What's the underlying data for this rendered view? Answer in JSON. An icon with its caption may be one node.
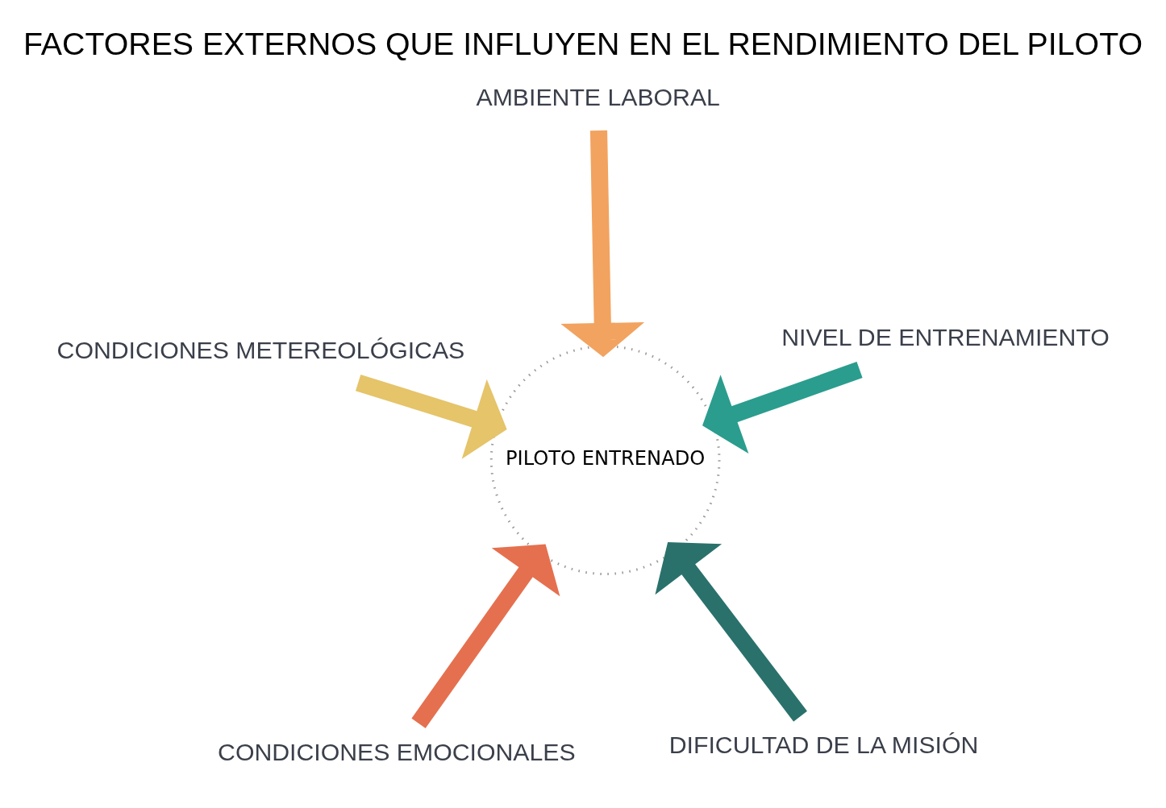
{
  "diagram": {
    "title": "FACTORES EXTERNOS QUE INFLUYEN EN EL RENDIMIENTO DEL PILOTO",
    "nodes": [
      {
        "text": [
          "CONDICIONES EMOCIONALES"
        ]
      },
      {
        "text": [
          "DIFICULTAD DE LA MISIÓN"
        ]
      },
      {
        "text": [
          "PILOTO ENTRENADO"
        ]
      },
      {
        "text": [
          "AMBIENTE LABORAL"
        ]
      },
      {
        "text": [
          "NIVEL DE ENTRENAMIENTO"
        ]
      },
      {
        "text": [
          "CONDICIONES METEREOLÓGICAS"
        ]
      }
    ],
    "edges": [
      {
        "from": 0,
        "to": 2,
        "arrow": "to",
        "color": "#e5704f"
      },
      {
        "from": 1,
        "to": 2,
        "arrow": "to",
        "color": "#2a716c"
      },
      {
        "from": 3,
        "to": 2,
        "arrow": "to",
        "color": "#f2a35f"
      },
      {
        "from": 4,
        "to": 2,
        "arrow": "to",
        "color": "#2a9d8e"
      },
      {
        "from": 5,
        "to": 2,
        "arrow": "to",
        "color": "#e5c46a"
      }
    ]
  }
}
